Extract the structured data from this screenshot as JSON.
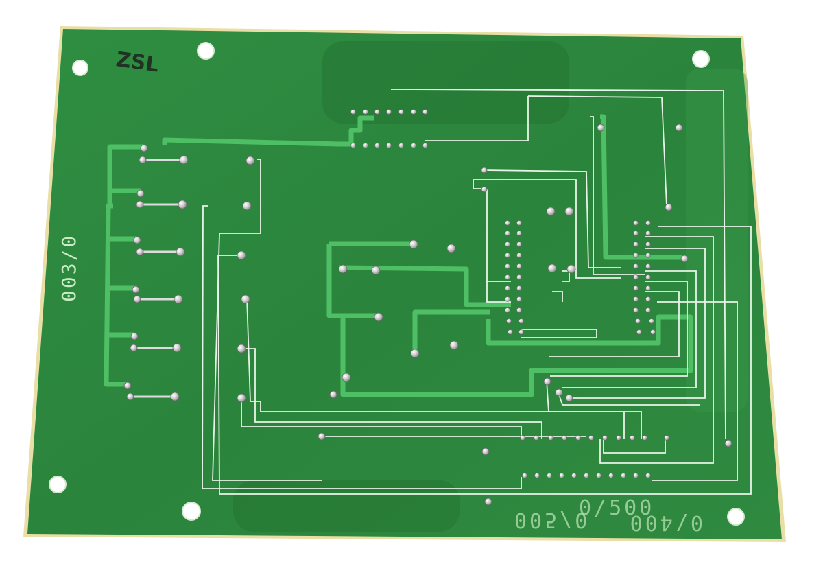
{
  "board": {
    "label_left": "003/0",
    "label_bottom_a": "005/0",
    "label_bottom_b": "0/500",
    "label_bottom_c": "0/400",
    "ink_mark": "ZSL",
    "colors": {
      "background": "#ffffff",
      "board": "#2f8a40",
      "board_edge": "#e9dfa6",
      "trace_thin": "#e8f4e8",
      "trace_thick": "#4fbf66",
      "solder": "#d8d8d8"
    }
  }
}
